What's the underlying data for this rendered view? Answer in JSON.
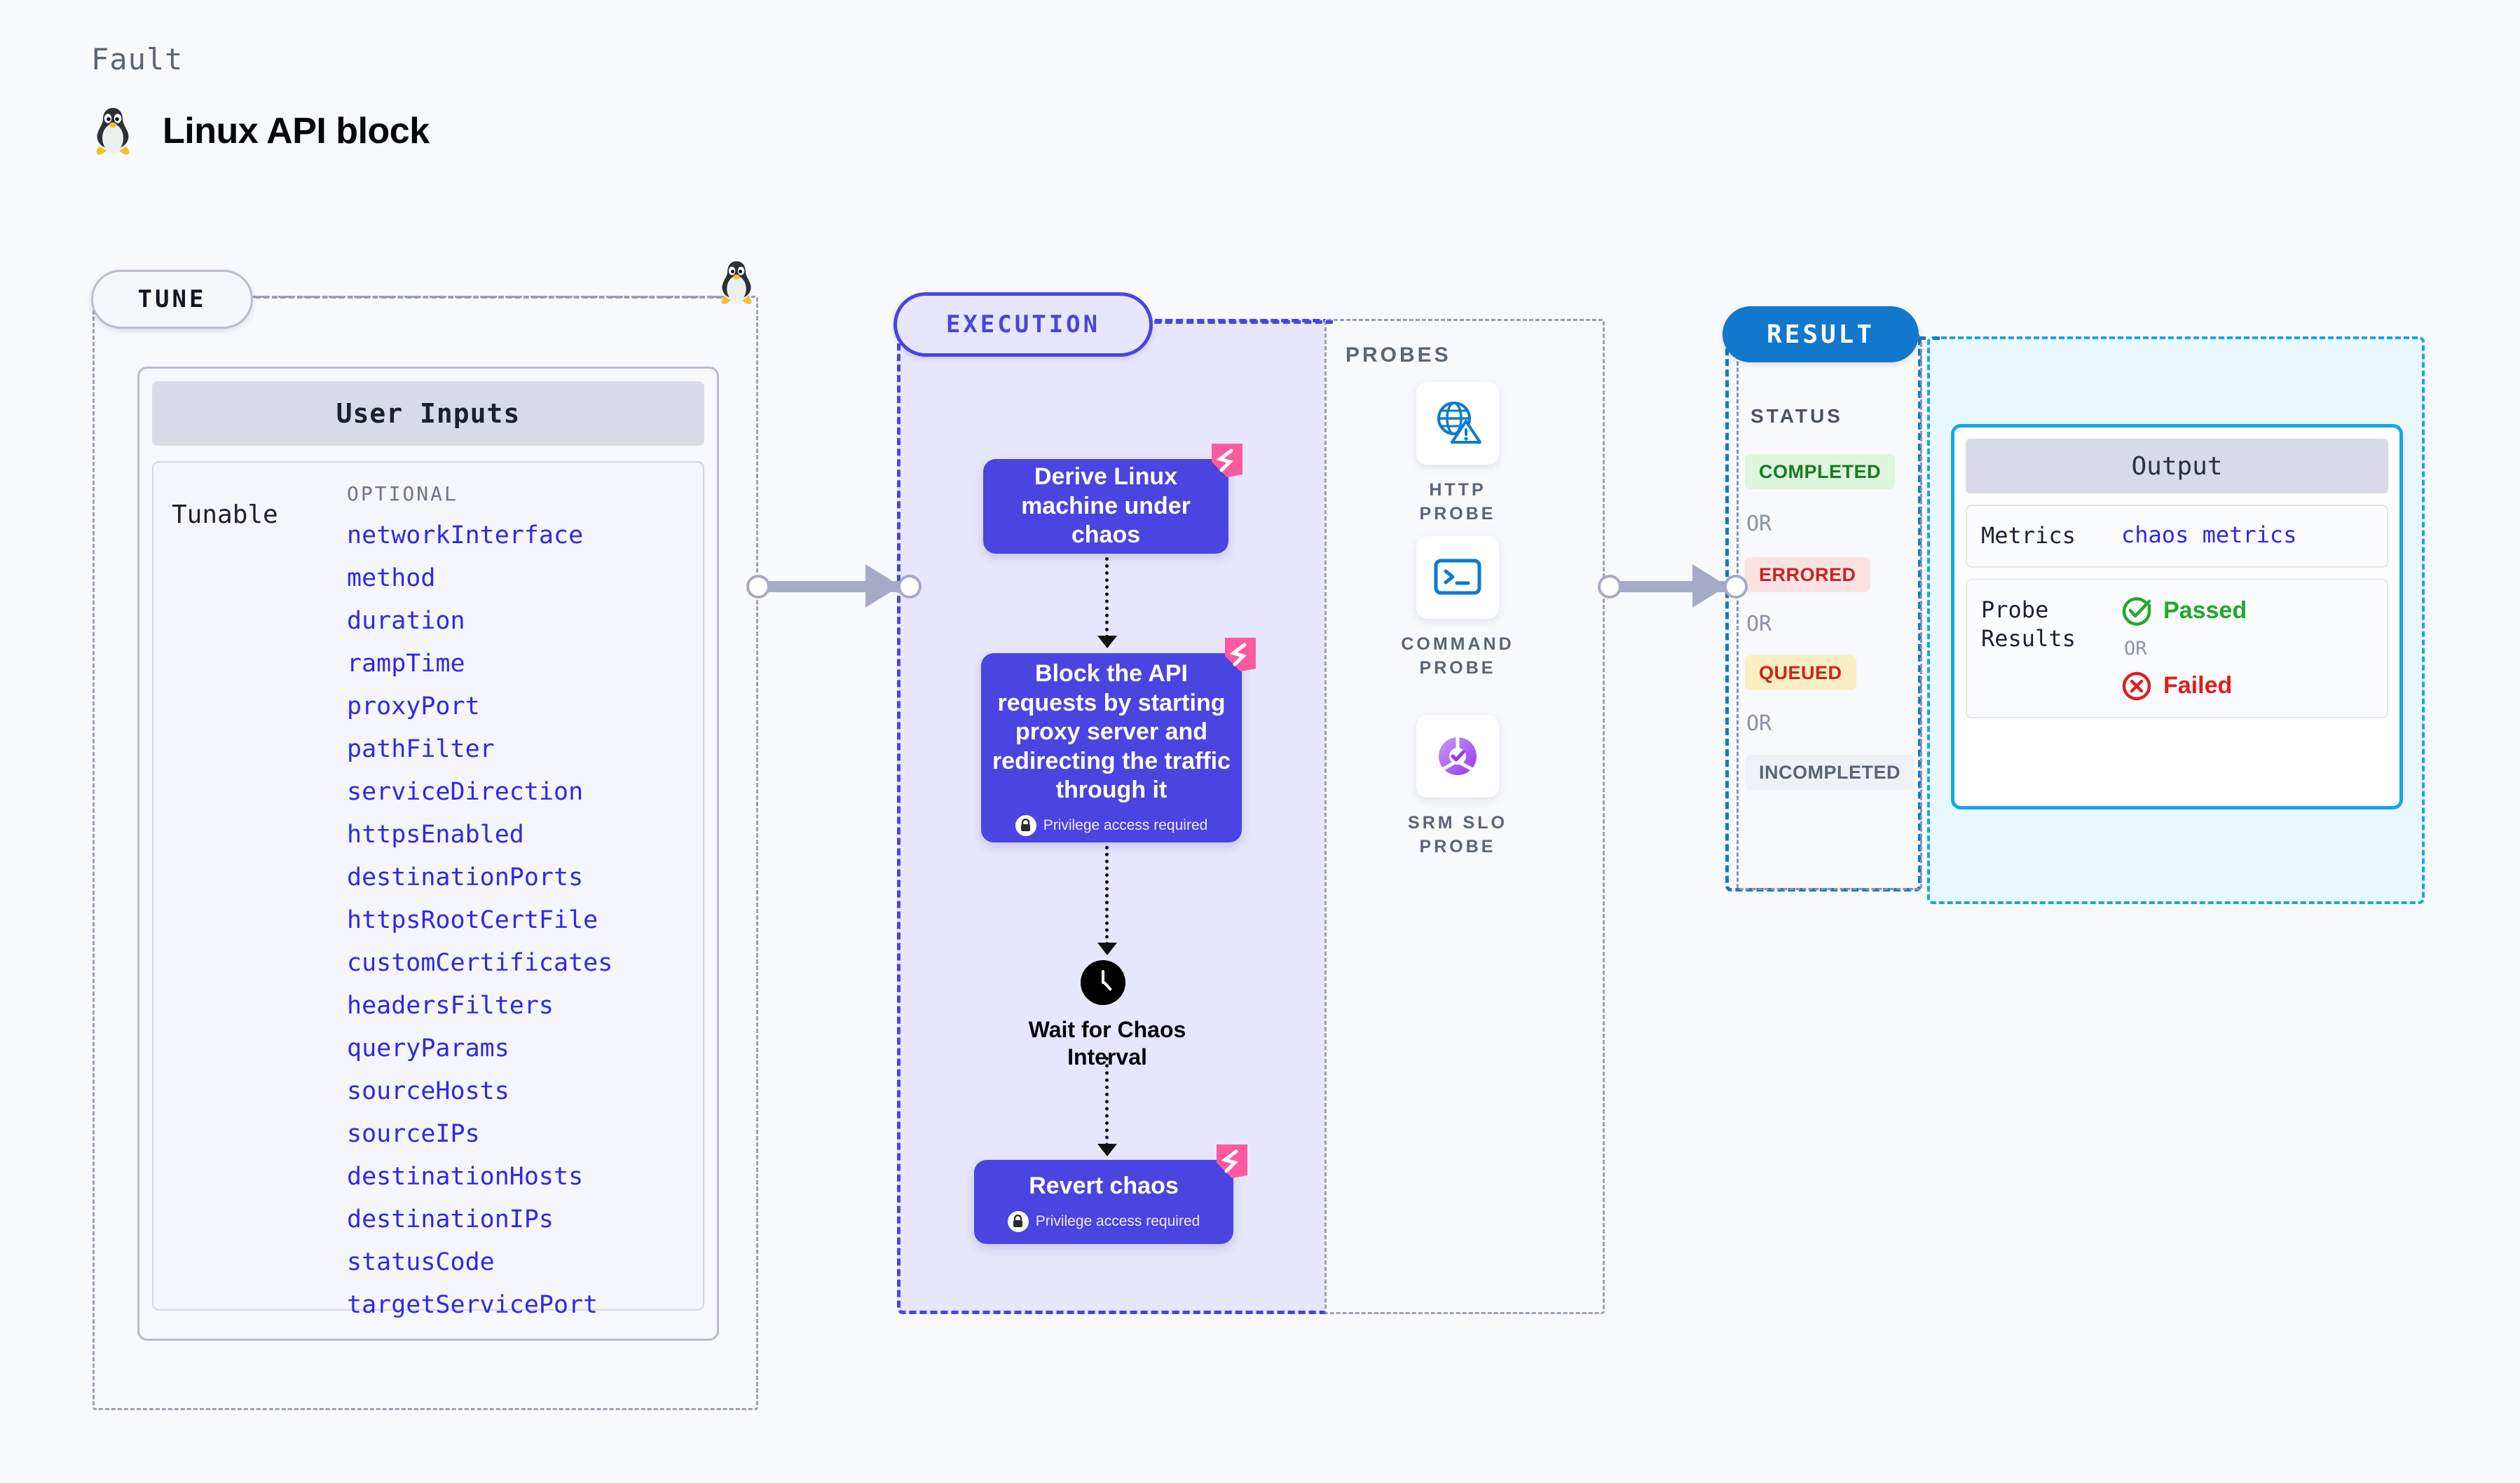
{
  "header": {
    "eyebrow": "Fault",
    "title": "Linux API block",
    "icon": "linux-penguin-icon"
  },
  "tune": {
    "pill_label": "TUNE",
    "card_header": "User Inputs",
    "tunable_label": "Tunable",
    "optional_label": "OPTIONAL",
    "params": [
      "networkInterface",
      "method",
      "duration",
      "rampTime",
      "proxyPort",
      "pathFilter",
      "serviceDirection",
      "httpsEnabled",
      "destinationPorts",
      "httpsRootCertFile",
      "customCertificates",
      "headersFilters",
      "queryParams",
      "sourceHosts",
      "sourceIPs",
      "destinationHosts",
      "destinationIPs",
      "statusCode",
      "targetServicePort"
    ]
  },
  "execution": {
    "pill_label": "EXECUTION",
    "nodes": [
      {
        "text": "Derive Linux machine under chaos",
        "privilege": ""
      },
      {
        "text": "Block the API requests by starting proxy server and redirecting the traffic through it",
        "privilege": "Privilege access required"
      },
      {
        "text": "Revert chaos",
        "privilege": "Privilege access required"
      }
    ],
    "wait_label": "Wait for Chaos Interval"
  },
  "probes": {
    "title": "PROBES",
    "items": [
      {
        "label": "HTTP PROBE",
        "icon": "globe-warning-icon"
      },
      {
        "label": "COMMAND PROBE",
        "icon": "terminal-icon"
      },
      {
        "label": "SRM SLO PROBE",
        "icon": "donut-check-icon"
      }
    ]
  },
  "result": {
    "pill_label": "RESULT",
    "status_title": "STATUS",
    "or_label": "OR",
    "statuses": [
      {
        "label": "COMPLETED",
        "bg": "#ddf6dd",
        "fg": "#1a7a1f"
      },
      {
        "label": "ERRORED",
        "bg": "#fbe3e3",
        "fg": "#cc2222"
      },
      {
        "label": "QUEUED",
        "bg": "#fbeec2",
        "fg": "#cc2222"
      },
      {
        "label": "INCOMPLETED",
        "bg": "#eff1f6",
        "fg": "#5b6478"
      }
    ],
    "output": {
      "header": "Output",
      "metrics_key": "Metrics",
      "metrics_value": "chaos metrics",
      "probe_results_key": "Probe Results",
      "passed_label": "Passed",
      "failed_label": "Failed",
      "or_label": "OR"
    }
  },
  "colors": {
    "accent_purple": "#4a44e0",
    "accent_blue": "#1278cb",
    "accent_cyan": "#18a5e8",
    "param_blue": "#3028e8",
    "pink_badge": "#fb5b9e",
    "pass_green": "#22a72a",
    "fail_red": "#e01c1c"
  }
}
